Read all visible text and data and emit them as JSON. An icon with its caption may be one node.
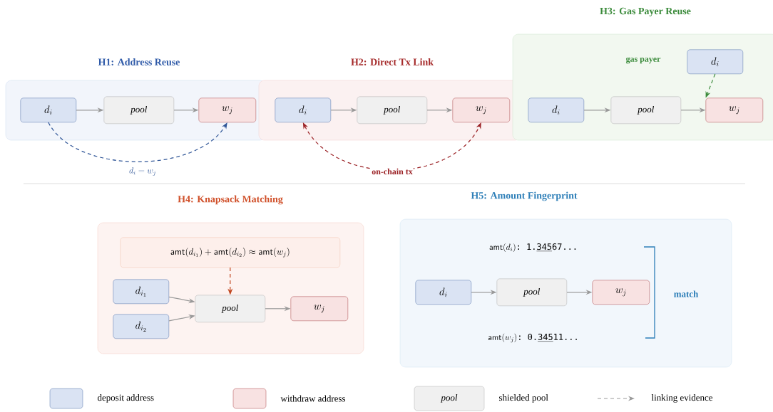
{
  "diagram": {
    "nodes": [
      {
        "text": [
          "H1: Address Reuse"
        ]
      },
      {
        "text": [
          "d_i"
        ],
        "in": 0
      },
      {
        "text": [
          "pool"
        ],
        "in": 0
      },
      {
        "text": [
          "w_j"
        ],
        "in": 0
      },
      {
        "text": [
          "H2: Direct Tx Link"
        ]
      },
      {
        "text": [
          "d_i"
        ],
        "in": 4
      },
      {
        "text": [
          "pool"
        ],
        "in": 4
      },
      {
        "text": [
          "w_j"
        ],
        "in": 4
      },
      {
        "text": [
          "H3: Gas Payer Reuse"
        ]
      },
      {
        "text": [
          "d_i"
        ],
        "in": 8,
        "beside": [
          "gas payer"
        ]
      },
      {
        "text": [
          "d_i"
        ],
        "in": 8
      },
      {
        "text": [
          "pool"
        ],
        "in": 8
      },
      {
        "text": [
          "w_j"
        ],
        "in": 8
      },
      {
        "text": [
          "H4: Knapsack Matching"
        ]
      },
      {
        "text": [
          "\\mathsf{amt}(d_{i_1}) + \\mathsf{amt}(d_{i_2}) \\approx \\mathsf{amt}(w_j)"
        ],
        "in": 13
      },
      {
        "text": [
          "d_{i_1}"
        ],
        "in": 13
      },
      {
        "text": [
          "d_{i_2}"
        ],
        "in": 13
      },
      {
        "text": [
          "pool"
        ],
        "in": 13
      },
      {
        "text": [
          "w_j"
        ],
        "in": 13
      },
      {
        "text": [
          "H5: Amount Fingerprint"
        ]
      },
      {
        "text": [
          "d_i"
        ],
        "in": 19
      },
      {
        "text": [
          "pool"
        ],
        "in": 19
      },
      {
        "text": [
          "w_j"
        ],
        "in": 19
      }
    ],
    "edges": [
      {
        "from": 1,
        "to": 2,
        "arrow": "to"
      },
      {
        "from": 2,
        "to": 3,
        "arrow": "to"
      },
      {
        "from": 1,
        "to": 3,
        "arrow": "to",
        "style": "dashed",
        "color": "#2f5597",
        "label": "d_i = w_j"
      },
      {
        "from": 5,
        "to": 6,
        "arrow": "to"
      },
      {
        "from": 6,
        "to": 7,
        "arrow": "to"
      },
      {
        "from": 5,
        "to": 7,
        "arrow": "both",
        "style": "dashed",
        "color": "#9b2226",
        "label": "on-chain tx"
      },
      {
        "from": 10,
        "to": 11,
        "arrow": "to"
      },
      {
        "from": 11,
        "to": 12,
        "arrow": "to"
      },
      {
        "from": 9,
        "to": 12,
        "arrow": "to",
        "style": "dashed",
        "color": "#3a8a3a"
      },
      {
        "from": 15,
        "to": 17,
        "arrow": "to"
      },
      {
        "from": 16,
        "to": 17,
        "arrow": "to"
      },
      {
        "from": 17,
        "to": 18,
        "arrow": "to"
      },
      {
        "from": 14,
        "to": 17,
        "arrow": "to",
        "style": "dashed",
        "color": "#c0461f"
      },
      {
        "from": 20,
        "to": 21,
        "arrow": "to"
      },
      {
        "from": 21,
        "to": 22,
        "arrow": "to"
      }
    ],
    "labels": [
      "\\mathsf{amt}(d_i)\\texttt{: 1.}\\underline{\\texttt{345}}\\texttt{67...}",
      "\\mathsf{amt}(w_j)\\texttt{: 0.}\\underline{\\texttt{345}}\\texttt{11...}",
      "match",
      "pool"
    ],
    "legend": [
      {
        "text": "deposit address",
        "color": "#dae3f3"
      },
      {
        "text": "withdraw address",
        "color": "#f8e2e2"
      },
      {
        "text": "shielded pool",
        "color": "#f0f0f0"
      },
      {
        "text": "linking evidence"
      }
    ]
  }
}
